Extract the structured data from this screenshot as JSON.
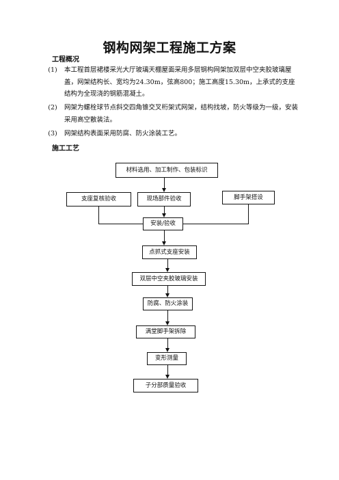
{
  "document": {
    "title": "钢构网架工程施工方案",
    "section_overview": "工程概况",
    "section_process": "施工工艺",
    "paragraphs": [
      {
        "num": "(1)",
        "text": "本工程首层裙楼采光大厅玻璃天棚屋面采用多层钢构网架加双层中空夹胶玻璃屋盖，网架结构长、宽均为24.30m，弦高800；施工高度15.30m，上承式的支座结构为全现浇的钢筋混凝土。"
      },
      {
        "num": "(2)",
        "text": "网架为螺栓球节点斜交四角锥交叉桁架式网架，结构找坡，防火等级为一级，安装采用高空散装法。"
      },
      {
        "num": "(3)",
        "text": "网架结构表面采用防腐、防火涂装工艺。"
      }
    ]
  },
  "flowchart": {
    "material": "材料选用、加工制作、包装标识",
    "support_check": "支座复核验收",
    "parts_check": "现场部件验收",
    "scaffold": "脚手架搭设",
    "install": "安装/验收",
    "point_support": "点抓式支座安装",
    "glass": "双层中空夹胶玻璃安装",
    "coating": "防腐、防火涂装",
    "dismantle": "满堂脚手架拆除",
    "measure": "变形测量",
    "acceptance": "子分部质量验收"
  }
}
